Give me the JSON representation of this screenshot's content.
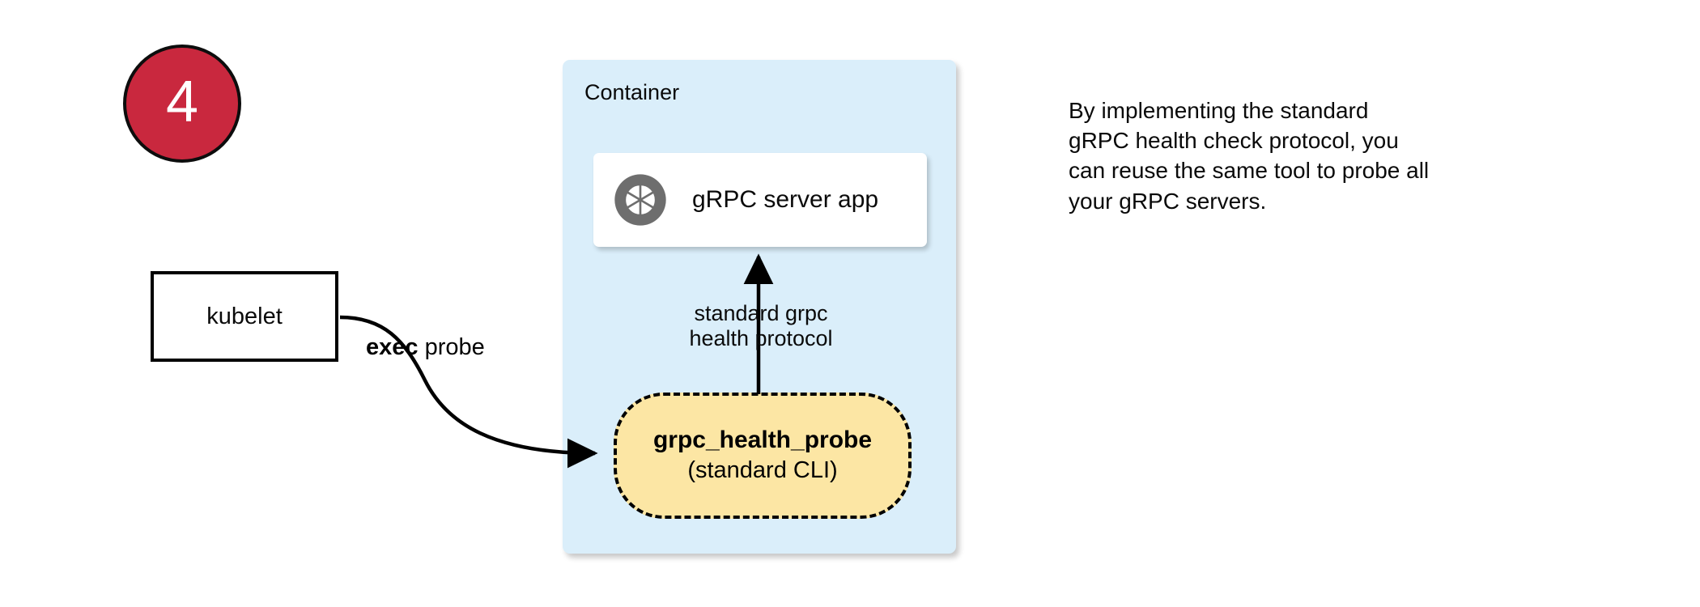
{
  "step": {
    "number": "4",
    "badge_color": "#C9283E"
  },
  "container": {
    "label": "Container",
    "fill_color": "#DAEEFA"
  },
  "server_card": {
    "icon": "grpc-aperture-icon",
    "label": "gRPC server app",
    "fill_color": "#FFFFFF",
    "icon_color": "#6E6E6E"
  },
  "kubelet": {
    "label": "kubelet"
  },
  "probe": {
    "title": "grpc_health_probe",
    "subtitle": "(standard CLI)",
    "fill_color": "#FCE6A4",
    "border_style": "dashed"
  },
  "edges": {
    "exec_probe": {
      "label_bold": "exec",
      "label_rest": " probe"
    },
    "health_protocol": {
      "line1": "standard grpc",
      "line2": "health protocol"
    }
  },
  "annotation": {
    "line1": "By implementing the standard",
    "line2": "gRPC health check protocol, you",
    "line3": "can reuse the same tool to probe all",
    "line4": "your gRPC servers."
  }
}
